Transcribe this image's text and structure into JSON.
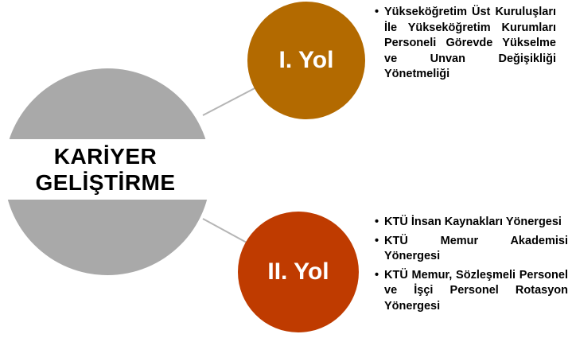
{
  "diagram": {
    "main": {
      "title_line1": "KARİYER",
      "title_line2": "GELİŞTİRME",
      "color": "#a9a9a9"
    },
    "branches": [
      {
        "label": "I. Yol",
        "color": "#b36a00",
        "items": [
          "Yükseköğretim Üst Kuruluşları İle Yükseköğretim Kurumları Personeli Görevde Yükselme ve Unvan Değişikliği Yönetmeliği"
        ]
      },
      {
        "label": "II. Yol",
        "color": "#bf3b00",
        "items": [
          "KTÜ İnsan Kaynakları Yönergesi",
          "KTÜ Memur Akademisi Yönergesi",
          "KTÜ Memur, Sözleşmeli Personel ve İşçi Personel Rotasyon Yönergesi"
        ]
      }
    ]
  }
}
